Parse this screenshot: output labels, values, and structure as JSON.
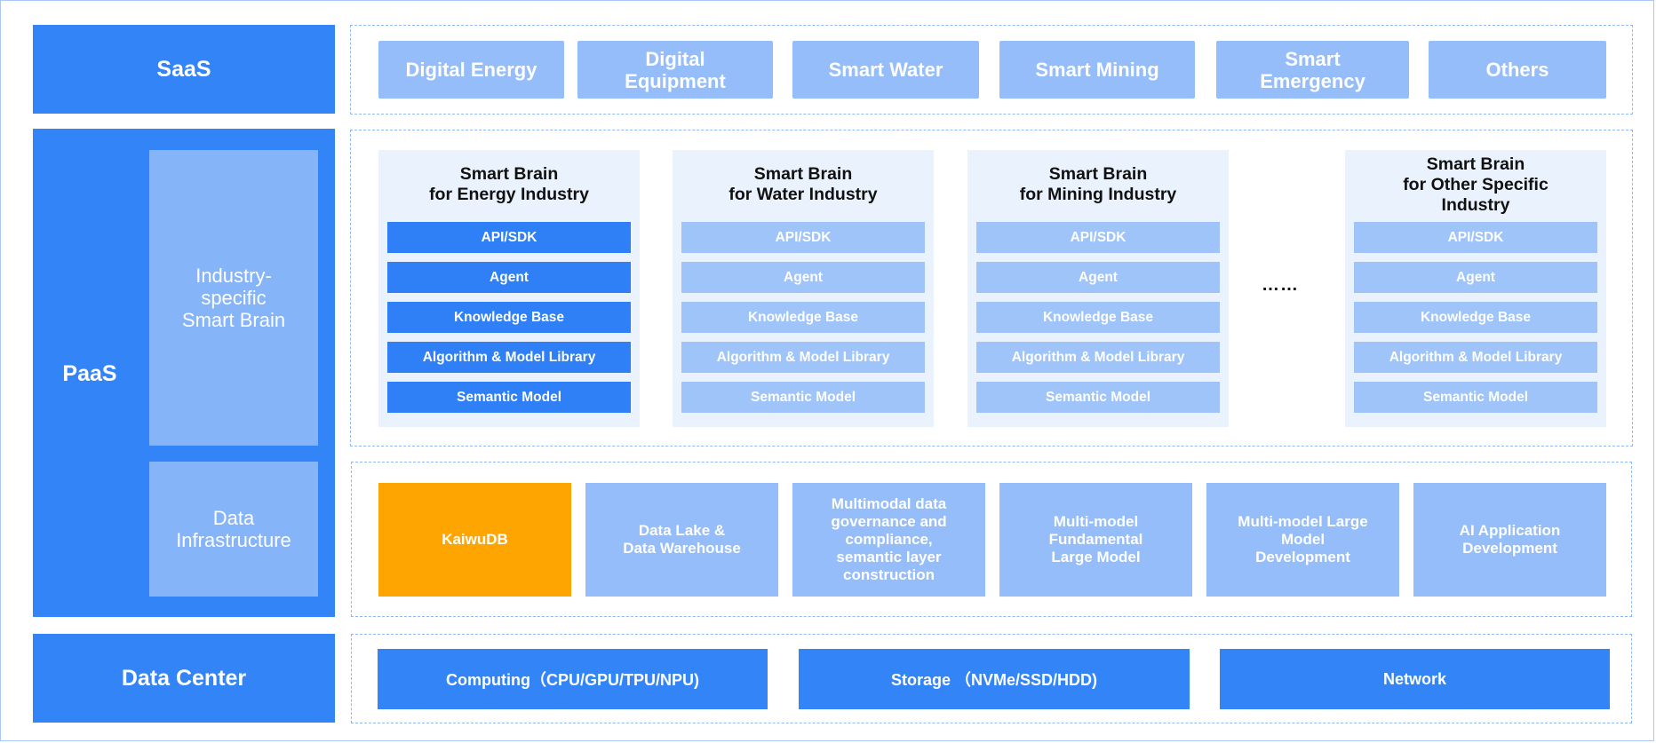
{
  "colors": {
    "primary_blue": "#3385f7",
    "light_blue": "#94bdfa",
    "card_bg": "#eaf2fd",
    "highlight_orange": "#fea502",
    "dashed_border": "#8fb9f2"
  },
  "saas": {
    "label": "SaaS",
    "items": [
      "Digital Energy",
      "Digital\nEquipment",
      "Smart Water",
      "Smart Mining",
      "Smart\nEmergency",
      "Others"
    ]
  },
  "paas": {
    "label": "PaaS",
    "smart_brain_label": "Industry-\nspecific\nSmart Brain",
    "data_infra_label": "Data\nInfrastructure",
    "brains": [
      {
        "title": "Smart Brain\nfor Energy Industry",
        "active": true
      },
      {
        "title": "Smart Brain\nfor Water Industry",
        "active": false
      },
      {
        "title": "Smart Brain\nfor Mining Industry",
        "active": false
      },
      {
        "title": "Smart Brain\nfor Other Specific\nIndustry",
        "active": false
      }
    ],
    "modules": [
      "API/SDK",
      "Agent",
      "Knowledge Base",
      "Algorithm & Model Library",
      "Semantic Model"
    ],
    "ellipsis": "……",
    "infra_items": [
      {
        "label": "KaiwuDB",
        "highlight": true
      },
      {
        "label": "Data Lake &\nData Warehouse",
        "highlight": false
      },
      {
        "label": "Multimodal data\ngovernance and\ncompliance,\nsemantic layer\nconstruction",
        "highlight": false
      },
      {
        "label": "Multi-model\nFundamental\nLarge Model",
        "highlight": false
      },
      {
        "label": "Multi-model Large\nModel\nDevelopment",
        "highlight": false
      },
      {
        "label": "AI Application\nDevelopment",
        "highlight": false
      }
    ]
  },
  "data_center": {
    "label": "Data Center",
    "items": [
      "Computing（CPU/GPU/TPU/NPU)",
      "Storage （NVMe/SSD/HDD)",
      "Network"
    ]
  }
}
